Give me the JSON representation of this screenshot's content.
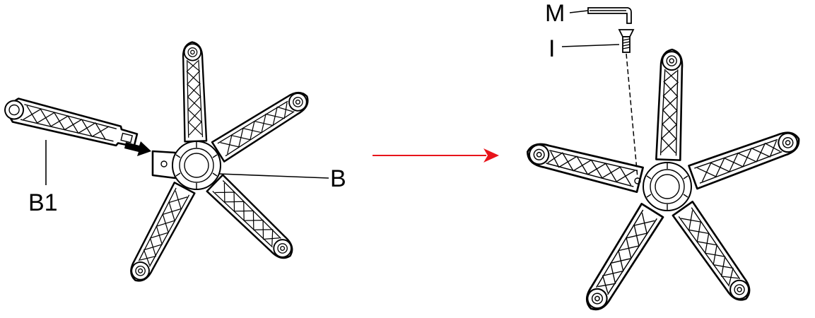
{
  "diagram": {
    "step1": {
      "labels": {
        "base": "B",
        "arm": "B1"
      }
    },
    "step2": {
      "labels": {
        "tool": "M",
        "screw": "I"
      }
    },
    "colors": {
      "line": "#000000",
      "transition_arrow": "#e8141b",
      "background": "#ffffff"
    },
    "icons": [
      "star-base-icon",
      "base-arm-icon",
      "insert-arrow-icon",
      "allen-key-icon",
      "screw-icon",
      "transition-arrow-icon"
    ]
  }
}
